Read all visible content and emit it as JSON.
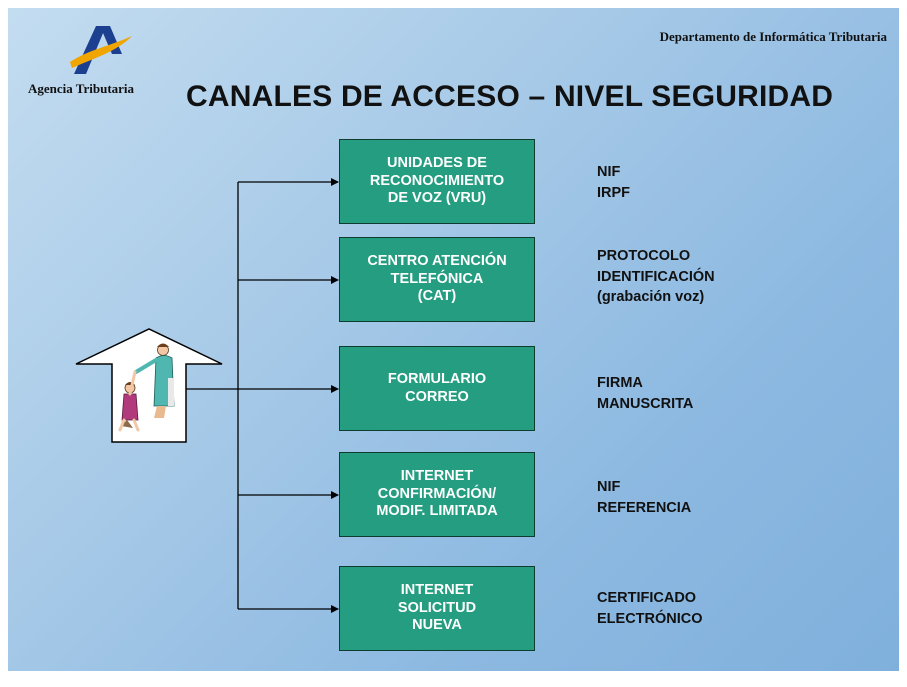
{
  "header": {
    "agency_name": "Agencia Tributaria",
    "department": "Departamento de Informática Tributaria",
    "title": "CANALES DE ACCESO – NIVEL SEGURIDAD"
  },
  "channels": [
    {
      "label": "UNIDADES DE\nRECONOCIMIENTO\nDE VOZ (VRU)",
      "security": "NIF\nIRPF"
    },
    {
      "label": "CENTRO ATENCIÓN\nTELEFÓNICA\n(CAT)",
      "security": "PROTOCOLO\nIDENTIFICACIÓN\n(grabación voz)"
    },
    {
      "label": "FORMULARIO\nCORREO",
      "security": "FIRMA\nMANUSCRITA"
    },
    {
      "label": "INTERNET\nCONFIRMACIÓN/\nMODIF. LIMITADA",
      "security": "NIF\nREFERENCIA"
    },
    {
      "label": "INTERNET\nSOLICITUD\nNUEVA",
      "security": "CERTIFICADO\nELECTRÓNICO"
    }
  ],
  "colors": {
    "box_fill": "#249d80",
    "box_border": "#0e3d30",
    "background": "#a9cbe8"
  },
  "icons": {
    "logo": "agencia-tributaria-logo",
    "citizen": "house-with-family-icon"
  }
}
